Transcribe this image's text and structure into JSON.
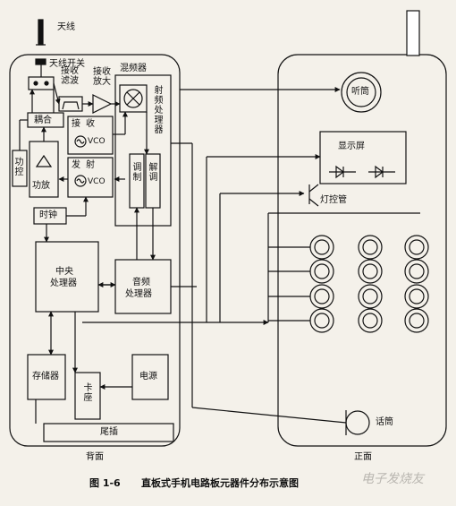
{
  "labels": {
    "antenna": "天线",
    "antenna_switch": "天线开关",
    "rx_filter": "接收滤波",
    "rx_amp": "接收放大",
    "mixer": "混频器",
    "rf_processor": "射频处理器",
    "coupler": "耦合",
    "rx_vco_label": "接收",
    "tx_vco_label": "发射",
    "vco": "VCO",
    "power_ctrl": "功控",
    "power_amp": "功放",
    "modulator": "调制",
    "demodulator": "解调",
    "clock": "时钟",
    "cpu_line1": "中央",
    "cpu_line2": "处理器",
    "audio_line1": "音频",
    "audio_line2": "处理器",
    "storage": "存储器",
    "card_slot": "卡座",
    "power_supply": "电源",
    "tail_plug": "尾插",
    "earpiece": "听筒",
    "display": "显示屏",
    "lamp_ctrl": "灯控管",
    "microphone": "话筒",
    "back_label": "背面",
    "front_label": "正面"
  },
  "caption": {
    "figure_no": "图 1-6",
    "title": "直板式手机电路板元器件分布示意图"
  },
  "watermark": "电子发烧友"
}
